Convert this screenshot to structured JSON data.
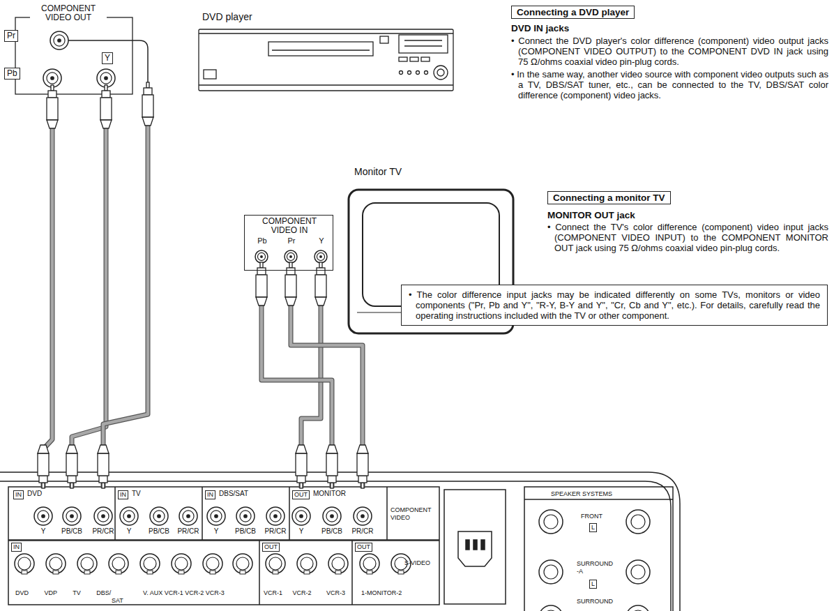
{
  "diagram": {
    "nodes": [
      {
        "text": [
          "COMPONENT VIDEO OUT",
          "Pr",
          "Pb",
          "Y"
        ]
      },
      {
        "text": [
          "DVD player"
        ]
      },
      {
        "text": [
          "Connecting a DVD player"
        ]
      },
      {
        "text": [
          "Monitor TV"
        ]
      },
      {
        "text": [
          "Connecting a monitor TV"
        ]
      },
      {
        "text": [
          "COMPONENT VIDEO IN",
          "Pb",
          "Pr",
          "Y"
        ]
      },
      {
        "text": [
          "• The color difference input jacks may be indicated differently on some TVs, monitors or video components (\"Pr, Pb and Y\", \"R-Y, B-Y and Y\", \"Cr, Cb and Y\", etc.). For details, carefully read the operating instructions included with the TV or other component."
        ]
      },
      {
        "text": [
          "IN",
          "DVD",
          "Y",
          "PB/CB",
          "PR/CR"
        ]
      },
      {
        "text": [
          "IN",
          "TV",
          "Y",
          "PB/CB",
          "PR/CR"
        ]
      },
      {
        "text": [
          "IN",
          "DBS/SAT",
          "Y",
          "PB/CB",
          "PR/CR"
        ]
      },
      {
        "text": [
          "OUT",
          "MONITOR",
          "Y",
          "PB/CB",
          "PR/CR"
        ]
      }
    ],
    "edges": [
      {
        "from": 0,
        "to": 7,
        "arrow": "none"
      },
      {
        "from": 0,
        "to": 7,
        "arrow": "none"
      },
      {
        "from": 0,
        "to": 7,
        "arrow": "none"
      },
      {
        "from": 10,
        "to": 5,
        "arrow": "none"
      },
      {
        "from": 10,
        "to": 5,
        "arrow": "none"
      },
      {
        "from": 10,
        "to": 5,
        "arrow": "none"
      }
    ],
    "labels": [
      "DVD IN jacks",
      "• Connect the DVD player's color difference (component) video output jacks (COMPONENT VIDEO OUTPUT) to the COMPONENT DVD IN jack using 75 Ω/ohms coaxial video pin-plug cords.",
      "• In the same way, another video source with component video outputs such as a TV, DBS/SAT tuner, etc., can be connected to the TV, DBS/SAT color difference (component) video jacks.",
      "MONITOR OUT jack",
      "• Connect the TV's color difference (component) video input jacks (COMPONENT VIDEO INPUT) to the COMPONENT MONITOR OUT jack using 75 Ω/ohms coaxial video pin-plug cords.",
      "COMPONENT VIDEO",
      "IN",
      "OUT",
      "OUT",
      "S-VIDEO",
      "DVD VDP TV DBS/",
      "SAT",
      "V. AUX VCR-1 VCR-2 VCR-3",
      "VCR-1 VCR-2",
      "VCR-3",
      "1-MONITOR-2",
      "SPEAKER SYSTEMS",
      "FRONT",
      "L",
      "SURROUND -A",
      "L",
      "SURROUND"
    ]
  }
}
